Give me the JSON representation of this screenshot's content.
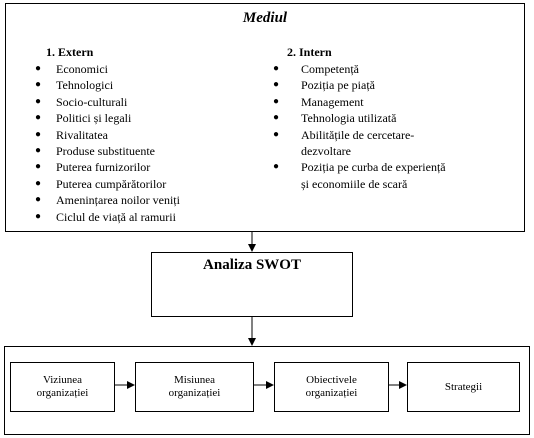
{
  "environment": {
    "title": "Mediul",
    "external": {
      "title": "1. Extern",
      "items": [
        "Economici",
        "Tehnologici",
        "Socio-culturali",
        "Politici și legali",
        "Rivalitatea",
        "Produse substituente",
        "Puterea furnizorilor",
        "Puterea cumpărătorilor",
        "Amenințarea noilor veniți",
        "Ciclul de viață al ramurii"
      ]
    },
    "internal": {
      "title": "2. Intern",
      "items": [
        "Competență",
        "Poziția pe piață",
        "Management",
        "Tehnologia utilizată",
        "Abilitățile de cercetare-\ndezvoltare",
        "Poziția pe curba de experiență\nși economiile de scară"
      ]
    }
  },
  "swot": {
    "label": "Analiza SWOT"
  },
  "stages": [
    {
      "label": "Viziunea\norganizației"
    },
    {
      "label": "Misiunea\norganizației"
    },
    {
      "label": "Obiectivele\norganizației"
    },
    {
      "label": "Strategii"
    }
  ]
}
